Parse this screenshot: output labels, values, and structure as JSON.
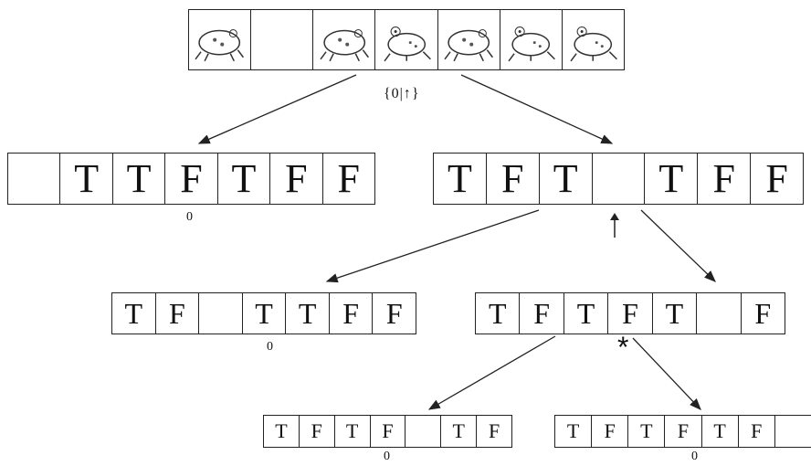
{
  "frog_row": {
    "cells": [
      "toad",
      "",
      "toad",
      "frog",
      "toad",
      "frog",
      "frog"
    ],
    "legend": "{0|↑}"
  },
  "level1": {
    "left": {
      "cells": [
        "",
        "T",
        "T",
        "F",
        "T",
        "F",
        "F"
      ],
      "zero_label": "0"
    },
    "right": {
      "cells": [
        "T",
        "F",
        "T",
        "",
        "T",
        "F",
        "F"
      ]
    }
  },
  "level2": {
    "left": {
      "cells": [
        "T",
        "F",
        "",
        "T",
        "T",
        "F",
        "F"
      ],
      "zero_label": "0"
    },
    "right": {
      "cells": [
        "T",
        "F",
        "T",
        "F",
        "T",
        "",
        "F"
      ],
      "marker": "*"
    }
  },
  "level3": {
    "left": {
      "cells": [
        "T",
        "F",
        "T",
        "F",
        "",
        "T",
        "F"
      ],
      "zero_label": "0"
    },
    "right": {
      "cells": [
        "T",
        "F",
        "T",
        "F",
        "T",
        "F",
        ""
      ],
      "zero_label": "0"
    }
  }
}
